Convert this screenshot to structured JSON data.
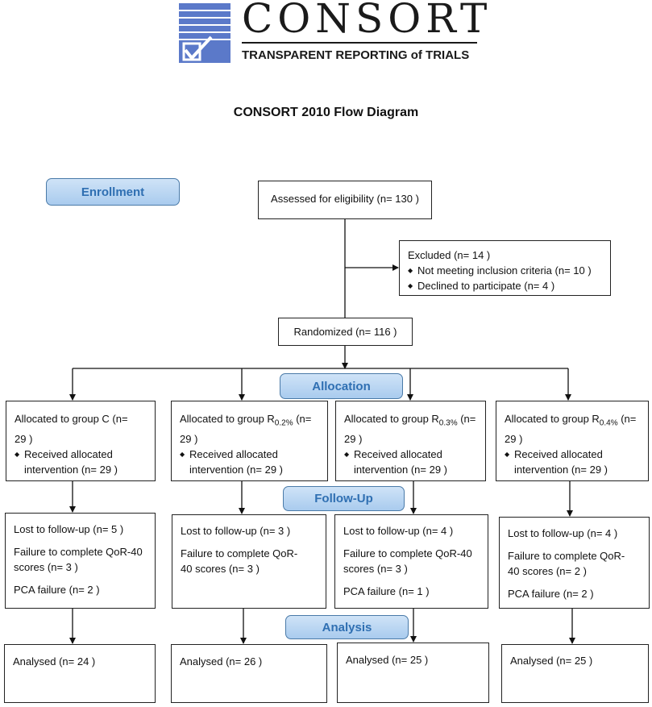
{
  "logo": {
    "word": "CONSORT",
    "tagline": "TRANSPARENT REPORTING of TRIALS",
    "brand_color": "#5b79c9"
  },
  "title": "CONSORT 2010 Flow Diagram",
  "stages": {
    "enrollment": "Enrollment",
    "allocation": "Allocation",
    "followup": "Follow-Up",
    "analysis": "Analysis"
  },
  "assessed": "Assessed for eligibility (n= 130 )",
  "excluded": {
    "title": "Excluded  (n= 14 )",
    "items": [
      "Not meeting inclusion criteria (n= 10 )",
      "Declined to participate (n= 4 )"
    ]
  },
  "randomized": "Randomized (n= 116 )",
  "groups": [
    {
      "alloc_prefix": "Allocated to group C (n=",
      "alloc_sub": "",
      "alloc_n": "29 )",
      "received_1": "Received allocated",
      "received_2": "intervention (n= 29 )",
      "lost": "Lost to follow-up  (n= 5 )",
      "failure_1": "Failure to complete QoR-40",
      "failure_2": "scores (n= 3 )",
      "pca": "PCA failure (n= 2 )",
      "analysed": "Analysed  (n= 24  )"
    },
    {
      "alloc_prefix": "Allocated to group R",
      "alloc_sub": "0.2%",
      "alloc_n": "(n=\n29 )",
      "received_1": "Received allocated",
      "received_2": "intervention (n= 29 )",
      "lost": "Lost to follow-up  (n= 3 )",
      "failure_1": "Failure to complete QoR-",
      "failure_2": "40 scores (n= 3 )",
      "pca": "",
      "analysed": "Analysed  (n= 26  )"
    },
    {
      "alloc_prefix": "Allocated to group R",
      "alloc_sub": "0.3%",
      "alloc_n": "(n=\n29 )",
      "received_1": "Received allocated",
      "received_2": "intervention (n= 29 )",
      "lost": "Lost to follow-up  (n= 4 )",
      "failure_1": "Failure to complete QoR-40",
      "failure_2": "scores (n= 3 )",
      "pca": "PCA failure (n= 1 )",
      "analysed": "Analysed  (n= 25  )"
    },
    {
      "alloc_prefix": "Allocated to group R",
      "alloc_sub": "0.4%",
      "alloc_n": "(n=\n29 )",
      "received_1": "Received allocated",
      "received_2": "intervention (n= 29 )",
      "lost": "Lost to follow-up  (n= 4 )",
      "failure_1": "Failure to complete QoR-",
      "failure_2": "40 scores (n= 2 )",
      "pca": "PCA failure (n= 2 )",
      "analysed": "Analysed  (n= 25  )"
    }
  ]
}
